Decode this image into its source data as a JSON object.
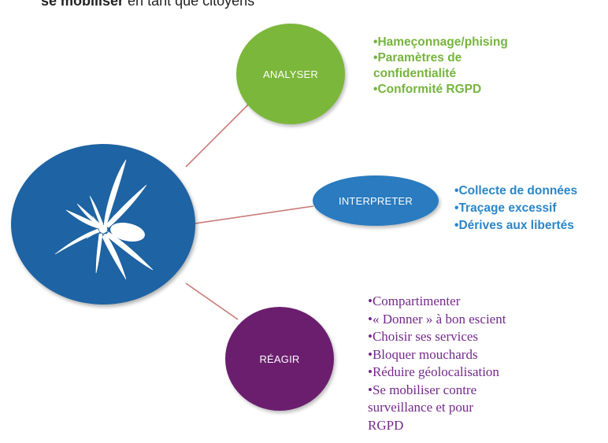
{
  "header": {
    "fragment_bold": "se mobiliser",
    "fragment_rest": " en tant que citoyens"
  },
  "hub": {
    "icon": "spark-burst-logo-icon",
    "color": "#1e63a3"
  },
  "branches": [
    {
      "label": "ANALYSER",
      "color": "#7bb73a",
      "text_color": "#76b43e",
      "items": [
        "Hameçonnage/phising",
        "Paramètres de confidentialité",
        "Conformité RGPD"
      ]
    },
    {
      "label": "INTERPRETER",
      "color": "#2a7bbf",
      "text_color": "#2a86c8",
      "items": [
        "Collecte de données",
        "Traçage excessif",
        "Dérives aux libertés"
      ]
    },
    {
      "label": "RÉAGIR",
      "color": "#6b1e6e",
      "text_color": "#74288c",
      "items": [
        "Compartimenter",
        "« Donner » à bon escient",
        "Choisir ses services",
        "Bloquer mouchards",
        "Réduire géolocalisation",
        "Se mobiliser contre surveillance et pour RGPD"
      ]
    }
  ],
  "connector_color": "#c97b78"
}
